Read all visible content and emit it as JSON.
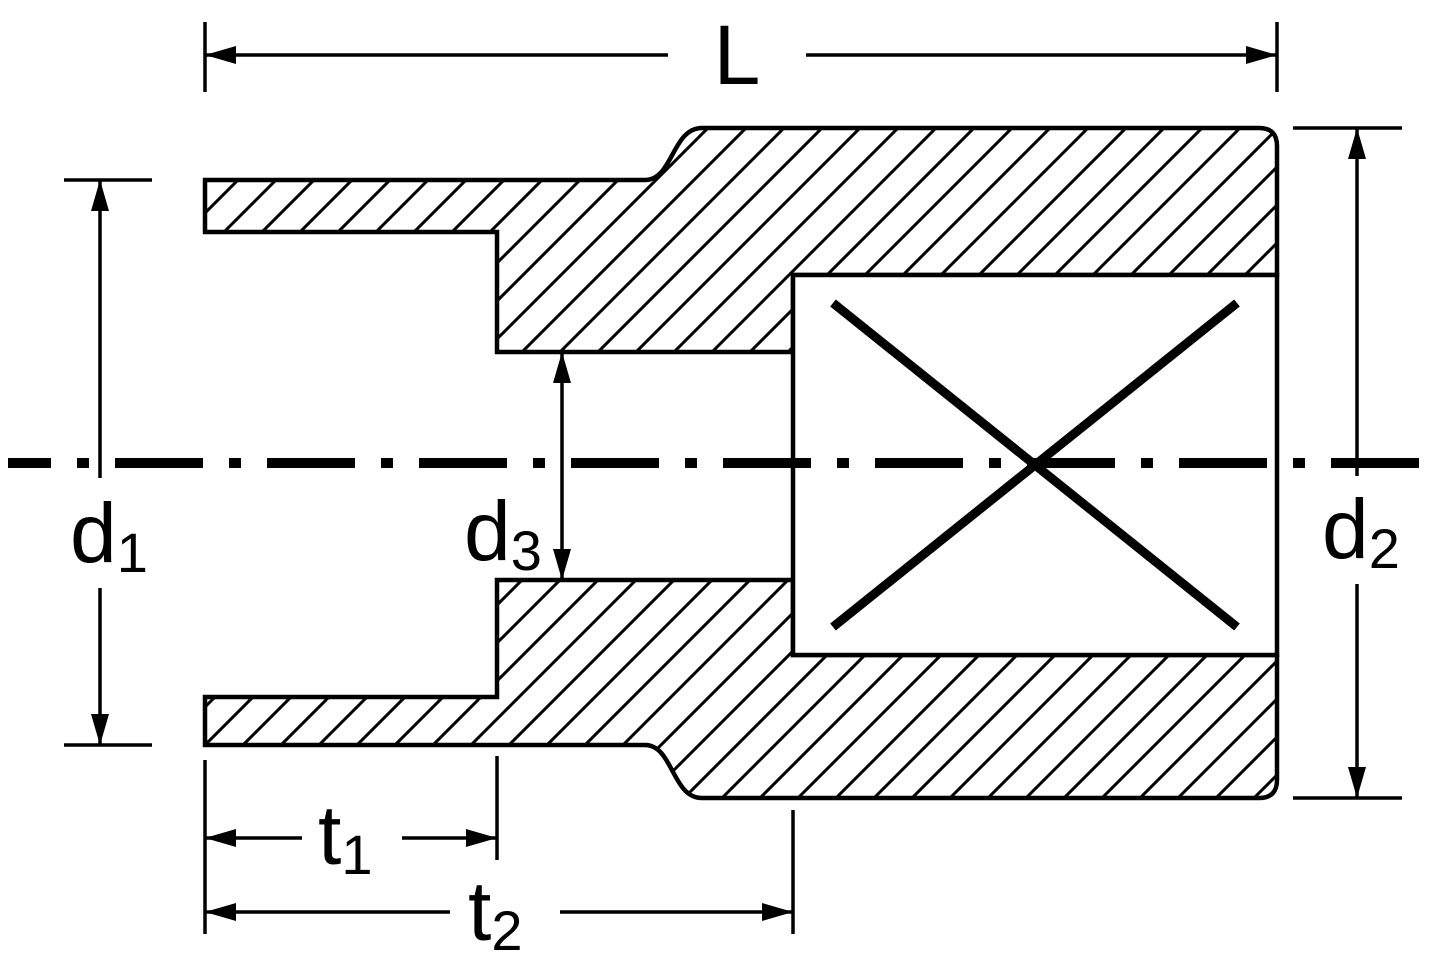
{
  "diagram": {
    "type": "technical-cross-section",
    "background_color": "#ffffff",
    "line_color": "#000000",
    "labels": {
      "L": {
        "base": "L",
        "sub": ""
      },
      "d1": {
        "base": "d",
        "sub": "1"
      },
      "d2": {
        "base": "d",
        "sub": "2"
      },
      "d3": {
        "base": "d",
        "sub": "3"
      },
      "t1": {
        "base": "t",
        "sub": "1"
      },
      "t2": {
        "base": "t",
        "sub": "2"
      }
    }
  }
}
